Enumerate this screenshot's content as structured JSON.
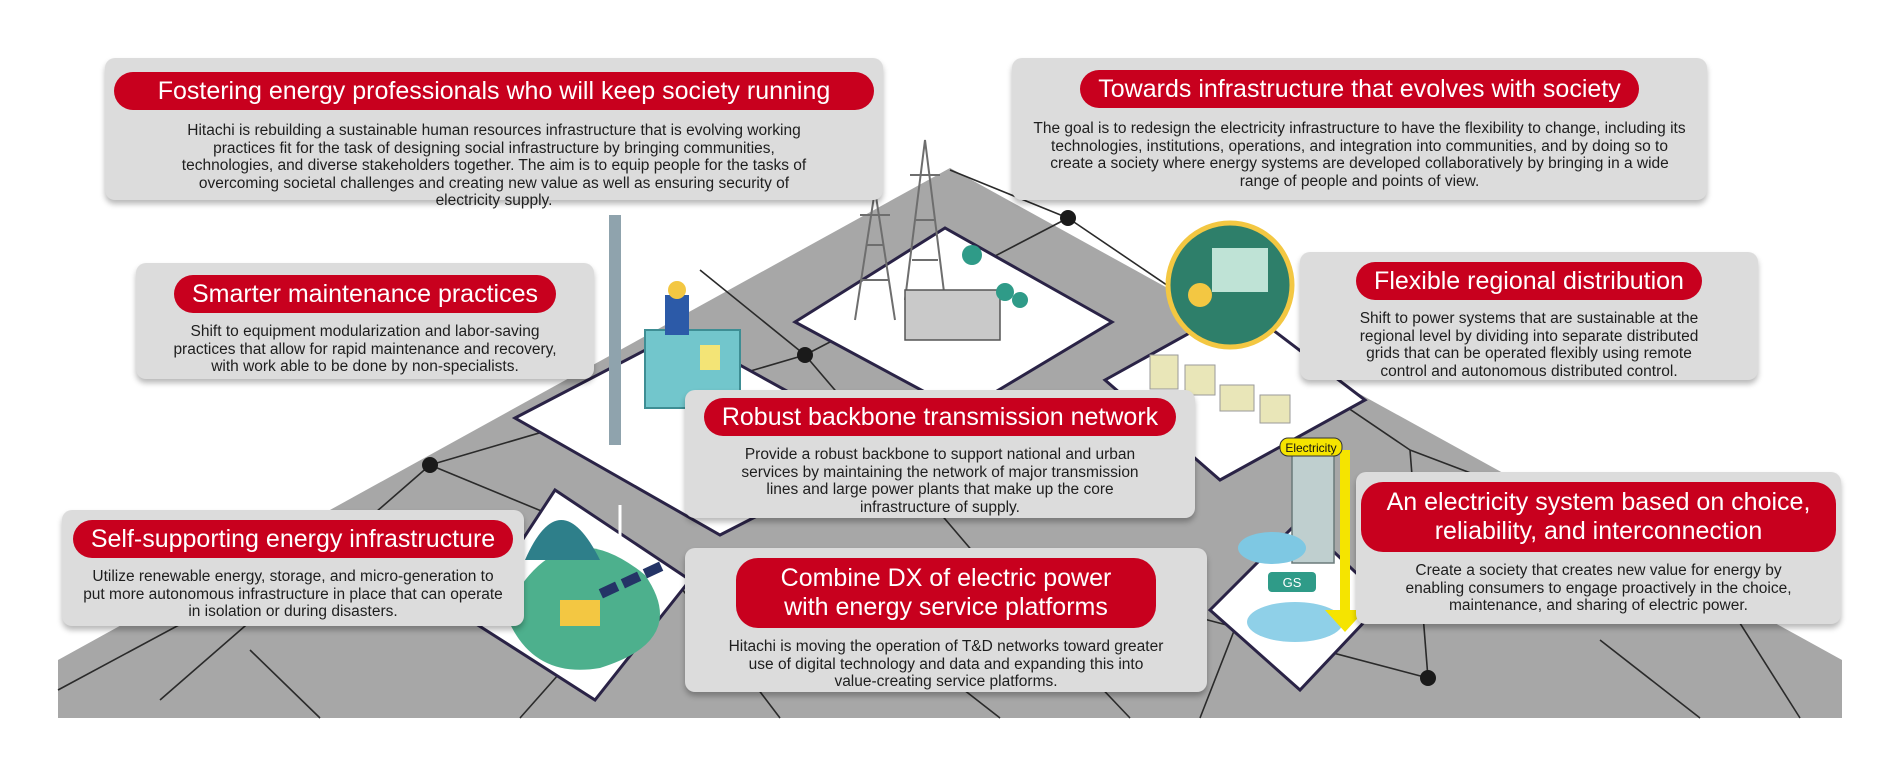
{
  "colors": {
    "accent": "#c8001e",
    "card": "#dcdcdc",
    "ground": "#a7a7a7",
    "platform": "#ffffff"
  },
  "cards": [
    {
      "id": "fostering",
      "title": "Fostering energy professionals who will keep society running",
      "body": "Hitachi is rebuilding a sustainable human resources infrastructure that is evolving working practices fit for the task of designing social infrastructure by bringing communities, technologies, and diverse stakeholders together. The aim is to equip people for the tasks of overcoming societal challenges and creating new value as well as ensuring security of electricity supply."
    },
    {
      "id": "evolves",
      "title": "Towards infrastructure that evolves with society",
      "body": "The goal is to redesign the electricity infrastructure to have the flexibility to change, including its technologies, institutions, operations, and integration into communities, and by doing so to create a society where energy systems are developed collaboratively by bringing in a wide range of people and points of view."
    },
    {
      "id": "maintenance",
      "title": "Smarter maintenance practices",
      "body": "Shift to equipment modularization and labor-saving practices that allow for rapid maintenance and recovery, with work able to be done by non-specialists."
    },
    {
      "id": "distribution",
      "title": "Flexible regional distribution",
      "body": "Shift to power systems that are sustainable at the regional level by dividing into separate distributed grids that can be operated flexibly using remote control and autonomous distributed control."
    },
    {
      "id": "backbone",
      "title": "Robust backbone transmission network",
      "body": "Provide a robust backbone to support national and urban services by maintaining the network of major transmission lines and large power plants that make up the core infrastructure of supply."
    },
    {
      "id": "selfsupporting",
      "title": "Self-supporting energy infrastructure",
      "body": "Utilize renewable energy, storage, and micro-generation to put more autonomous infrastructure in place that can operate in isolation or during disasters."
    },
    {
      "id": "dx",
      "title": "Combine DX of electric power with energy service platforms",
      "body": "Hitachi is moving the operation of T&D networks toward greater use of digital technology and data and expanding this into value-creating service platforms."
    },
    {
      "id": "choice",
      "title": "An electricity system based on choice, reliability, and interconnection",
      "body": "Create a society that creates new value for energy by enabling consumers to engage proactively in the choice, maintenance, and sharing of electric power."
    }
  ],
  "labels": {
    "electricity": "Electricity",
    "gs": "GS"
  }
}
